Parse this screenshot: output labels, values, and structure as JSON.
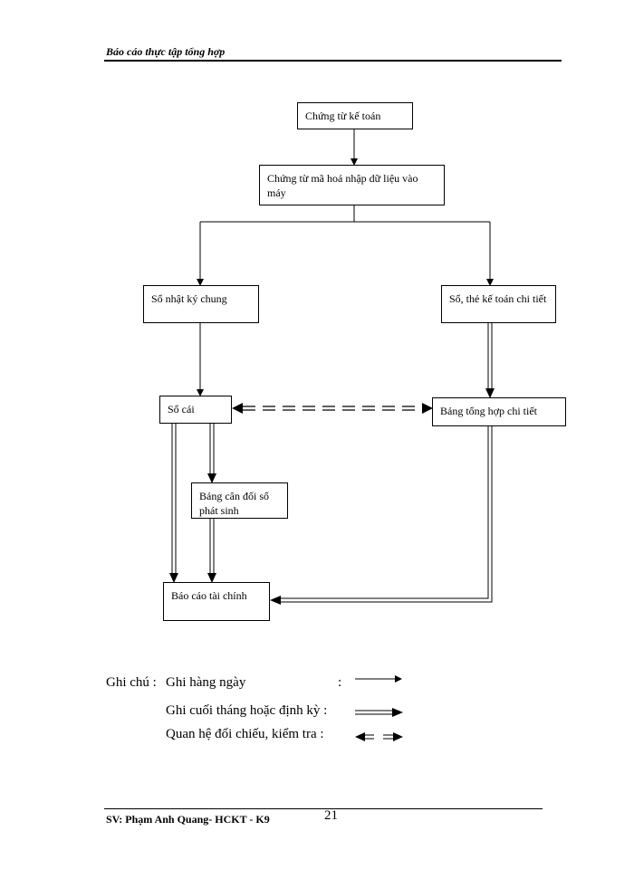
{
  "header": {
    "title": "Báo cáo thực tập tổng hợp"
  },
  "diagram": {
    "nodes": {
      "accounting_voucher": "Chứng từ kế toán",
      "encoded_voucher": "Chứng từ mã hoá nhập dữ liệu vào máy",
      "general_journal": "Sổ nhật ký chung",
      "detail_ledger": "Sổ, thẻ kế toán chi tiết",
      "general_ledger": "Sổ cái",
      "detail_summary": "Bảng tổng hợp chi tiết",
      "trial_balance": "Bảng cân đối số phát sinh",
      "financial_report": "Báo cáo tài chính"
    }
  },
  "legend": {
    "heading": "Ghi chú :",
    "daily": "Ghi hàng ngày",
    "period_end": "Ghi cuối tháng hoặc định kỳ :",
    "reconcile": "Quan hệ đối chiếu, kiểm tra  :",
    "colon": ":"
  },
  "footer": {
    "author": "SV: Phạm Anh Quang- HCKT - K9",
    "page": "21"
  }
}
